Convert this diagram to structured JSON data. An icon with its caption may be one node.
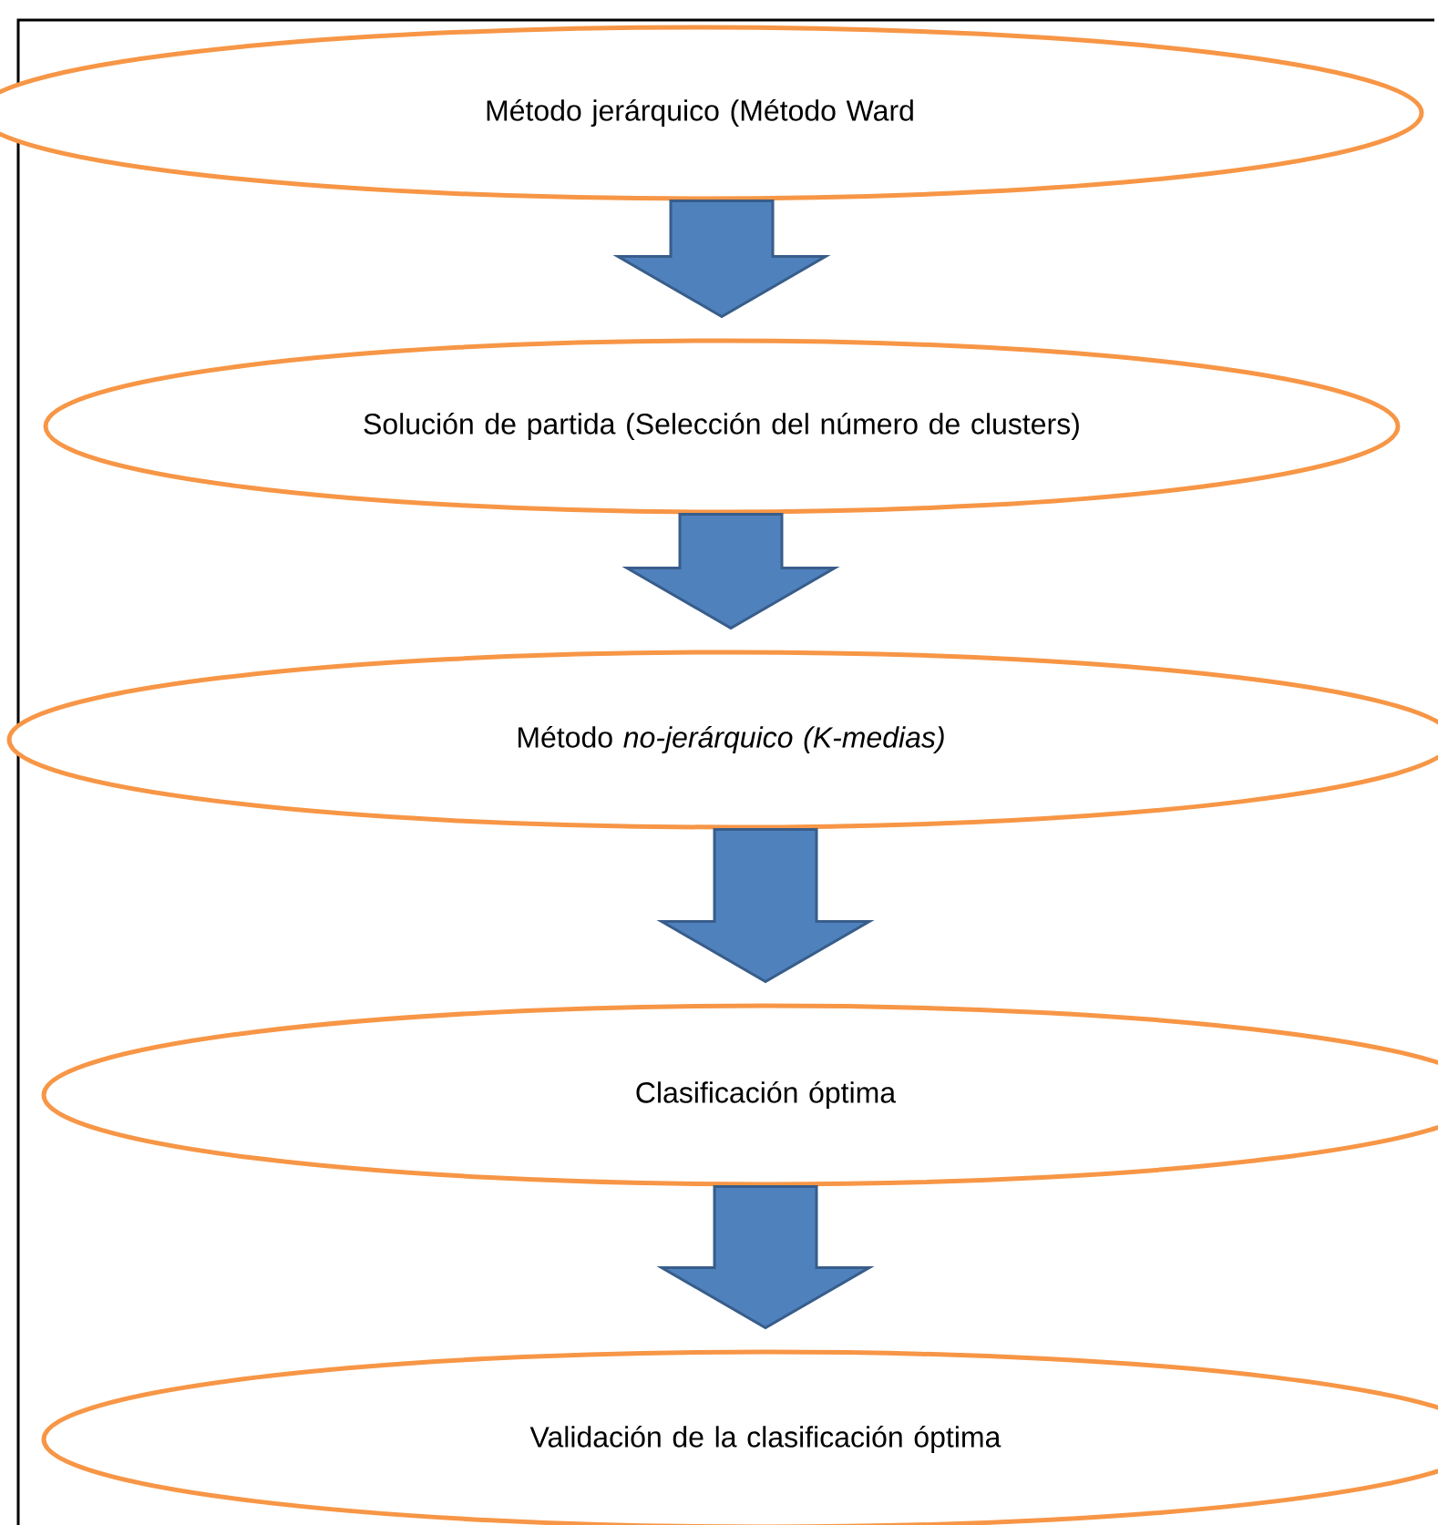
{
  "diagram": {
    "nodes": [
      {
        "text": [
          "Método jerárquico (Método Ward"
        ]
      },
      {
        "text": [
          "Solución de partida (Selección del número de clusters)"
        ]
      },
      {
        "text": [
          "Método *no-jerárquico (K-medias)*"
        ]
      },
      {
        "text": [
          "Clasificación óptima"
        ]
      },
      {
        "text": [
          "Validación de la clasificación óptima"
        ]
      }
    ],
    "edges": [
      {
        "from": 0,
        "to": 1,
        "arrow": "to"
      },
      {
        "from": 1,
        "to": 2,
        "arrow": "to"
      },
      {
        "from": 2,
        "to": 3,
        "arrow": "to"
      },
      {
        "from": 3,
        "to": 4,
        "arrow": "to"
      }
    ]
  }
}
